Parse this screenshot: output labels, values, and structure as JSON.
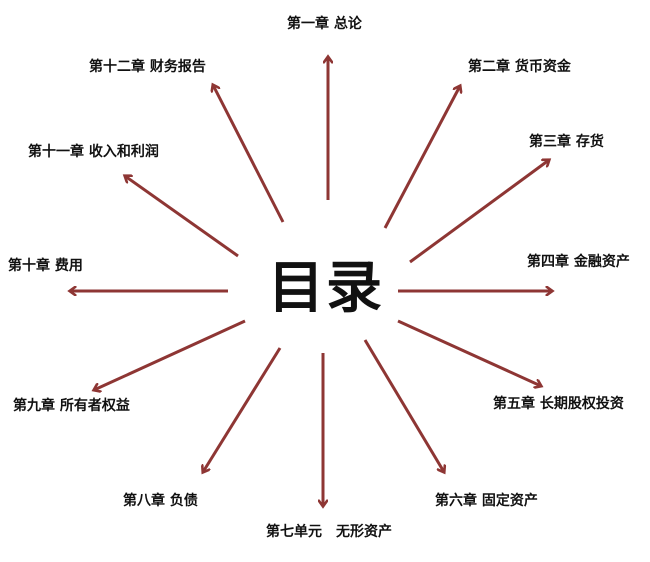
{
  "colors": {
    "arrow": "#8e3634",
    "text": "#111111",
    "background": "#ffffff"
  },
  "center": {
    "title": "目录"
  },
  "chapters": [
    "第一章 总论",
    "第二章 货币资金",
    "第三章 存货",
    "第四章 金融资产",
    "第五章 长期股权投资",
    "第六章 固定资产",
    "第七单元　无形资产",
    "第八章 负债",
    "第九章 所有者权益",
    "第十章 费用",
    "第十一章 收入和利润",
    "第十二章 财务报告"
  ]
}
